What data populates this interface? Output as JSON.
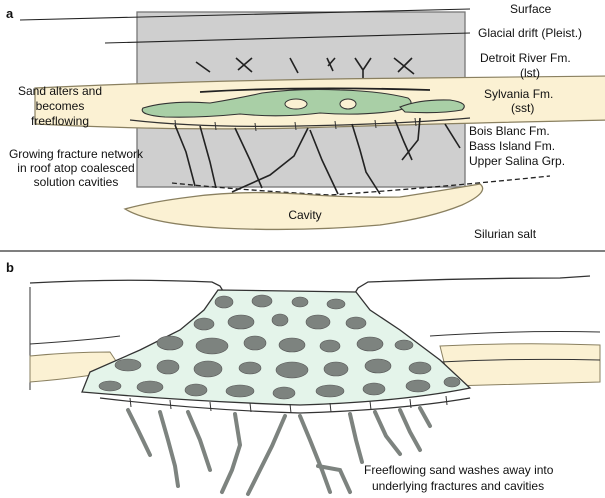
{
  "panel_a": {
    "letter": "a",
    "layers": [
      "Surface",
      "Glacial drift (Pleist.)",
      "Detroit River Fm.",
      "(lst)",
      "Sylvania Fm.",
      "(sst)",
      "Bois Blanc Fm.",
      "Bass Island Fm.",
      "Upper Salina Grp."
    ],
    "left_note": [
      "Sand alters and",
      "becomes",
      "freeflowing"
    ],
    "fracture_note": [
      "Growing fracture network",
      "in roof atop coalesced",
      "solution cavities"
    ],
    "cavity_label": "Cavity",
    "salt_label": "Silurian salt"
  },
  "panel_b": {
    "letter": "b",
    "caption": [
      "Freeflowing sand washes away into",
      "underlying fractures and cavities"
    ]
  },
  "colors": {
    "gray_block": "#cfcfcf",
    "sand": "#fbf1d3",
    "green_lens": "#a9cfa6",
    "slurry": "#e4f4ea",
    "rock_clast": "#7d837f"
  }
}
